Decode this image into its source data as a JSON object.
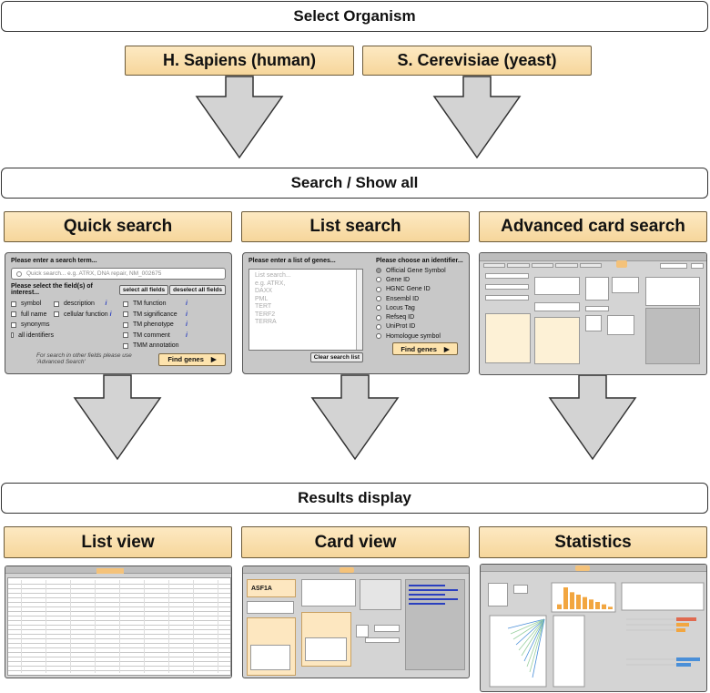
{
  "header": {
    "select_organism": "Select Organism"
  },
  "organisms": [
    {
      "label": "H. Sapiens (human)"
    },
    {
      "label": "S. Cerevisiae (yeast)"
    }
  ],
  "search_bar": "Search / Show all",
  "search_methods": {
    "quick": "Quick search",
    "list": "List search",
    "advanced": "Advanced card search"
  },
  "quick_panel": {
    "prompt": "Please enter a search term...",
    "placeholder": "Quick search...   e.g. ATRX, DNA repair, NM_002675",
    "fields_prompt": "Please select the field(s) of interest...",
    "select_all": "select all fields",
    "deselect_all": "deselect all fields",
    "col1": [
      "symbol",
      "full name",
      "synonyms",
      "all identifiers"
    ],
    "col2": [
      "description",
      "cellular function"
    ],
    "col3": [
      "TM function",
      "TM significance",
      "TM phenotype",
      "TM comment",
      "TMM annotation"
    ],
    "info_glyph": "i",
    "note_line1": "For search in other fields please use",
    "note_line2": "'Advanced Search'",
    "find_genes": "Find genes",
    "play_glyph": "▶"
  },
  "list_panel": {
    "prompt": "Please enter a list of genes...",
    "textarea_lines": [
      "List search...",
      "e.g. ATRX,",
      "DAXX",
      "PML",
      "TERT",
      "TERF2",
      "TERRA"
    ],
    "clear": "Clear search list",
    "identifier_prompt": "Please choose an identifier...",
    "identifiers": [
      "Official Gene Symbol",
      "Gene ID",
      "HGNC Gene ID",
      "Ensembl ID",
      "Locus Tag",
      "Refseq ID",
      "UniProt ID",
      "Homologue symbol"
    ],
    "selected_identifier": 0,
    "find_genes": "Find genes",
    "play_glyph": "▶"
  },
  "results_bar": "Results display",
  "results_views": {
    "list": "List view",
    "card": "Card view",
    "stats": "Statistics"
  },
  "card_view": {
    "gene_symbol": "ASF1A"
  },
  "colors": {
    "tan_fill": "#f9dfa9",
    "panel_grey": "#c8c8c8",
    "arrow_fill": "#d0d0d0",
    "info_blue": "#2a3fbf",
    "bar_orange": "#f2a640",
    "bar_red": "#e06a50",
    "bar_blue": "#4a8fd8"
  },
  "statistics": {
    "orange_histogram": [
      2,
      9,
      7,
      6,
      5,
      4,
      3,
      2,
      1
    ],
    "horizontal_bars": [
      0.55,
      0.35,
      0.25
    ],
    "blue_bars": [
      0.65,
      0.4
    ]
  }
}
